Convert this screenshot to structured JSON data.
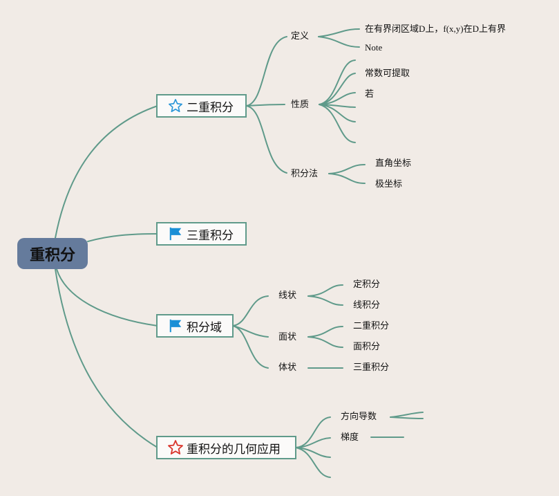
{
  "root": {
    "label": "重积分"
  },
  "branches": {
    "double": {
      "label": "二重积分",
      "icon": "star-outline-icon",
      "definition": {
        "label": "定义",
        "items": [
          "在有界闭区域D上，f(x,y)在D上有界",
          "Note"
        ]
      },
      "properties": {
        "label": "性质",
        "items": [
          "常数可提取",
          "若"
        ]
      },
      "methods": {
        "label": "积分法",
        "items": [
          "直角坐标",
          "极坐标"
        ]
      }
    },
    "triple": {
      "label": "三重积分",
      "icon": "flag-icon"
    },
    "domain": {
      "label": "积分域",
      "icon": "flag-icon",
      "line": {
        "label": "线状",
        "items": [
          "定积分",
          "线积分"
        ]
      },
      "surface": {
        "label": "面状",
        "items": [
          "二重积分",
          "面积分"
        ]
      },
      "solid": {
        "label": "体状",
        "items": [
          "三重积分"
        ]
      }
    },
    "application": {
      "label": "重积分的几何应用",
      "icon": "star-outline-icon",
      "items": [
        "方向导数",
        "梯度"
      ]
    }
  },
  "colors": {
    "background": "#f1ebe6",
    "root_fill": "#657b9c",
    "line": "#5f9a8a",
    "flag": "#1a8fd6",
    "star_blue": "#2a96d8",
    "star_red": "#d9342b"
  }
}
